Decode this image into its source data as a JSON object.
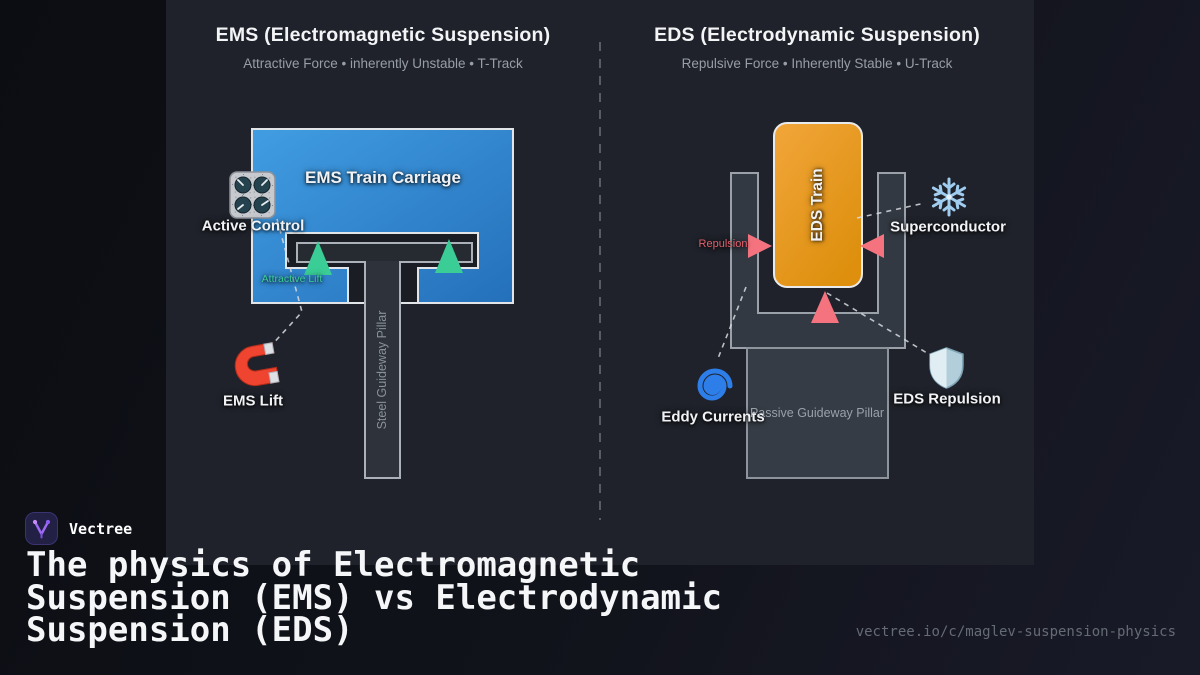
{
  "colors": {
    "page_bg": "#0e1016",
    "panel_bg": "#1f222a",
    "carriage_blue": "#2e86d6",
    "train_orange": "#eb9a1a",
    "lift_green": "#3bcd96",
    "repulsion_salmon": "#f4737e",
    "repulsion_text": "#e2606b",
    "track_gray": "#9aa1a9",
    "logo_purple": "#9d6bf3"
  },
  "ems": {
    "title": "EMS (Electromagnetic Suspension)",
    "subtitle": "Attractive Force • inherently Unstable • T-Track",
    "carriage_label": "EMS Train Carriage",
    "pillar_label": "Steel Guideway Pillar",
    "attractive_lift_label": "Attractive Lift",
    "active_control_label": "Active Control",
    "magnet_label": "EMS Lift"
  },
  "eds": {
    "title": "EDS (Electrodynamic Suspension)",
    "subtitle": "Repulsive Force • Inherently Stable • U-Track",
    "train_label": "EDS Train",
    "repulsion_label": "Repulsion",
    "superconductor_label": "Superconductor",
    "eddy_label": "Eddy Currents",
    "shield_label": "EDS Repulsion",
    "pillar_label": "Passive Guideway Pillar"
  },
  "icons": {
    "active_control": "control-knobs-icon",
    "ems_lift": "horseshoe-magnet-icon",
    "superconductor": "snowflake-icon",
    "eddy_currents": "cyclone-spiral-icon",
    "eds_repulsion": "shield-icon",
    "brand": "vectree-v-node-logo"
  },
  "footer": {
    "brand": "Vectree",
    "title": "The physics of Electromagnetic\nSuspension (EMS) vs Electrodynamic\nSuspension (EDS)",
    "url": "vectree.io/c/maglev-suspension-physics"
  }
}
